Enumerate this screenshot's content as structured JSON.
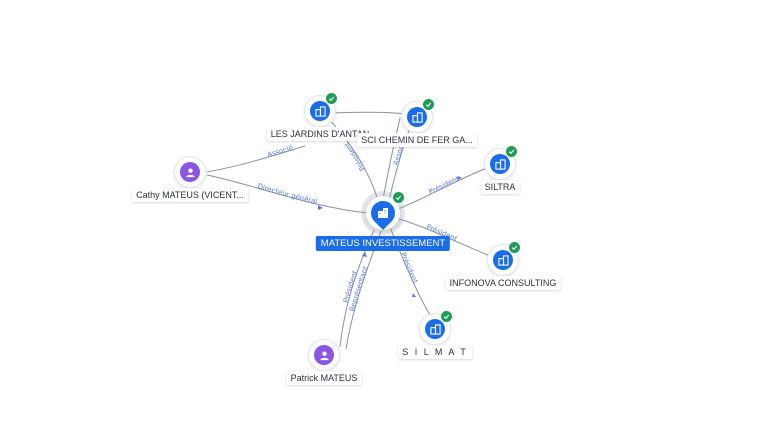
{
  "center": {
    "id": "mateus",
    "label": "MATEUS INVESTISSEMENT",
    "kind": "company",
    "icon": "building-icon",
    "verified": true
  },
  "nodes": [
    {
      "id": "jardins",
      "label": "LES JARDINS D'ANTAN",
      "kind": "company",
      "icon": "building-icon",
      "verified": true
    },
    {
      "id": "chemin",
      "label": "SCI CHEMIN DE FER GA...",
      "kind": "company",
      "icon": "building-icon",
      "verified": true
    },
    {
      "id": "siltra",
      "label": "SILTRA",
      "kind": "company",
      "icon": "building-icon",
      "verified": true
    },
    {
      "id": "infonova",
      "label": "INFONOVA CONSULTING",
      "kind": "company",
      "icon": "building-icon",
      "verified": true
    },
    {
      "id": "silmat",
      "label": "S I L M A T",
      "kind": "company",
      "icon": "building-icon",
      "verified": true
    },
    {
      "id": "cathy",
      "label": "Cathy MATEUS (VICENT...",
      "kind": "person",
      "icon": "person-icon",
      "verified": false
    },
    {
      "id": "patrick",
      "label": "Patrick MATEUS",
      "kind": "person",
      "icon": "person-icon",
      "verified": false
    }
  ],
  "edges": [
    {
      "id": "e-cathy-jardins",
      "label": "Associé"
    },
    {
      "id": "e-cathy-mateus",
      "label": "Directeur général"
    },
    {
      "id": "e-mateus-jardins",
      "label": "Président"
    },
    {
      "id": "e-mateus-chemin",
      "label": "Associé"
    },
    {
      "id": "e-mateus-siltra",
      "label": "Président"
    },
    {
      "id": "e-mateus-infonova",
      "label": "Président"
    },
    {
      "id": "e-mateus-silmat",
      "label": "Président"
    },
    {
      "id": "e-patrick-mateus-1",
      "label": "Président"
    },
    {
      "id": "e-patrick-mateus-2",
      "label": "Représentant"
    }
  ],
  "colors": {
    "company": "#1a6ce8",
    "person": "#8a56e2",
    "verified": "#1f9d55",
    "edge_label": "#5b78e0",
    "edge": "#8a90a6"
  }
}
